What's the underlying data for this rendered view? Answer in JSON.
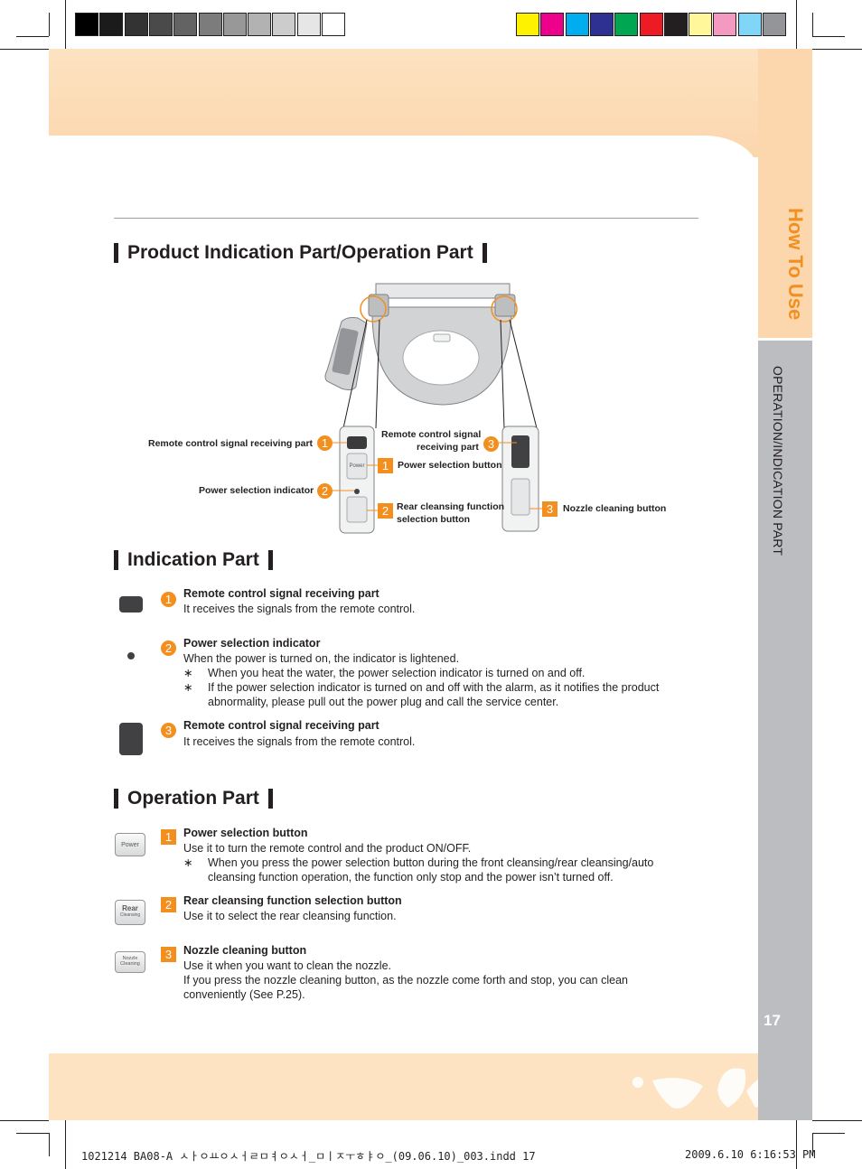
{
  "colors": {
    "accent": "#f28f1e",
    "band": "#fde3c2",
    "side_gray": "#bcbdc0",
    "gray_swatches": [
      "#000000",
      "#1b1b1b",
      "#333333",
      "#4a4a4a",
      "#636363",
      "#7c7c7c",
      "#989898",
      "#b2b2b2",
      "#cccccc",
      "#e6e6e6",
      "#ffffff"
    ],
    "color_swatches": [
      "#fff200",
      "#ec008c",
      "#00aeef",
      "#2e3192",
      "#00a651",
      "#ed1c24",
      "#231f20",
      "#fff799",
      "#f49ac1",
      "#7fd6f7",
      "#939598"
    ]
  },
  "side": {
    "title": "How To Use",
    "subtitle": "OPERATION/INDICATION PART",
    "page_number": "17"
  },
  "sections": {
    "product": {
      "title": "Product Indication Part/Operation Part"
    },
    "indication": {
      "title": "Indication Part"
    },
    "operation": {
      "title": "Operation Part"
    }
  },
  "diagram": {
    "labels": {
      "ind1": "Remote control signal receiving part",
      "ind2": "Power selection indicator",
      "ind3_line1": "Remote control signal",
      "ind3_line2": "receiving part",
      "op1": "Power selection button",
      "op2_line1": "Rear cleansing function",
      "op2_line2": "selection button",
      "op3": "Nozzle cleaning button"
    },
    "numbers": {
      "one": "1",
      "two": "2",
      "three": "3"
    },
    "button_text": {
      "power": "Power",
      "rear": "Rear",
      "cleansing": "Cleansing",
      "nozzle": "Nozzle",
      "cleaning": "Cleaning"
    }
  },
  "indication_items": [
    {
      "num": "1",
      "title": "Remote control signal receiving part",
      "text": "It receives the signals from the remote control.",
      "notes": []
    },
    {
      "num": "2",
      "title": "Power selection indicator",
      "text": "When the power is turned on, the indicator is lightened.",
      "notes": [
        "When you heat the water, the power selection indicator is turned on and off.",
        "If the power selection indicator is turned on and off with the alarm, as it notifies the product abnormality, please pull out the power plug and call the service center."
      ]
    },
    {
      "num": "3",
      "title": "Remote control signal receiving part",
      "text": "It receives the signals from the remote control.",
      "notes": []
    }
  ],
  "operation_items": [
    {
      "num": "1",
      "title": "Power selection button",
      "text": "Use it to turn the remote control and the product ON/OFF.",
      "notes": [
        "When you press the power selection button during the front cleansing/rear cleansing/auto cleansing function operation, the function only stop and the power isn’t turned off."
      ]
    },
    {
      "num": "2",
      "title": "Rear cleansing function selection button",
      "text": "Use it to select the rear cleansing function.",
      "notes": []
    },
    {
      "num": "3",
      "title": "Nozzle cleaning button",
      "text": "Use it when you want to clean the nozzle.",
      "text2": "If you press the nozzle cleaning button, as the nozzle come forth and stop, you can clean conveniently (See P.25).",
      "notes": []
    }
  ],
  "note_symbol": "∗",
  "footer": {
    "left": "1021214 BA08-A ㅅㅏㅇㅛㅇㅅㅓㄹㅁㅕㅇㅅㅓ_ㅁㅣㅈㅜㅎㅑㅇ_(09.06.10)_003.indd   17",
    "right": "2009.6.10   6:16:53 PM"
  }
}
